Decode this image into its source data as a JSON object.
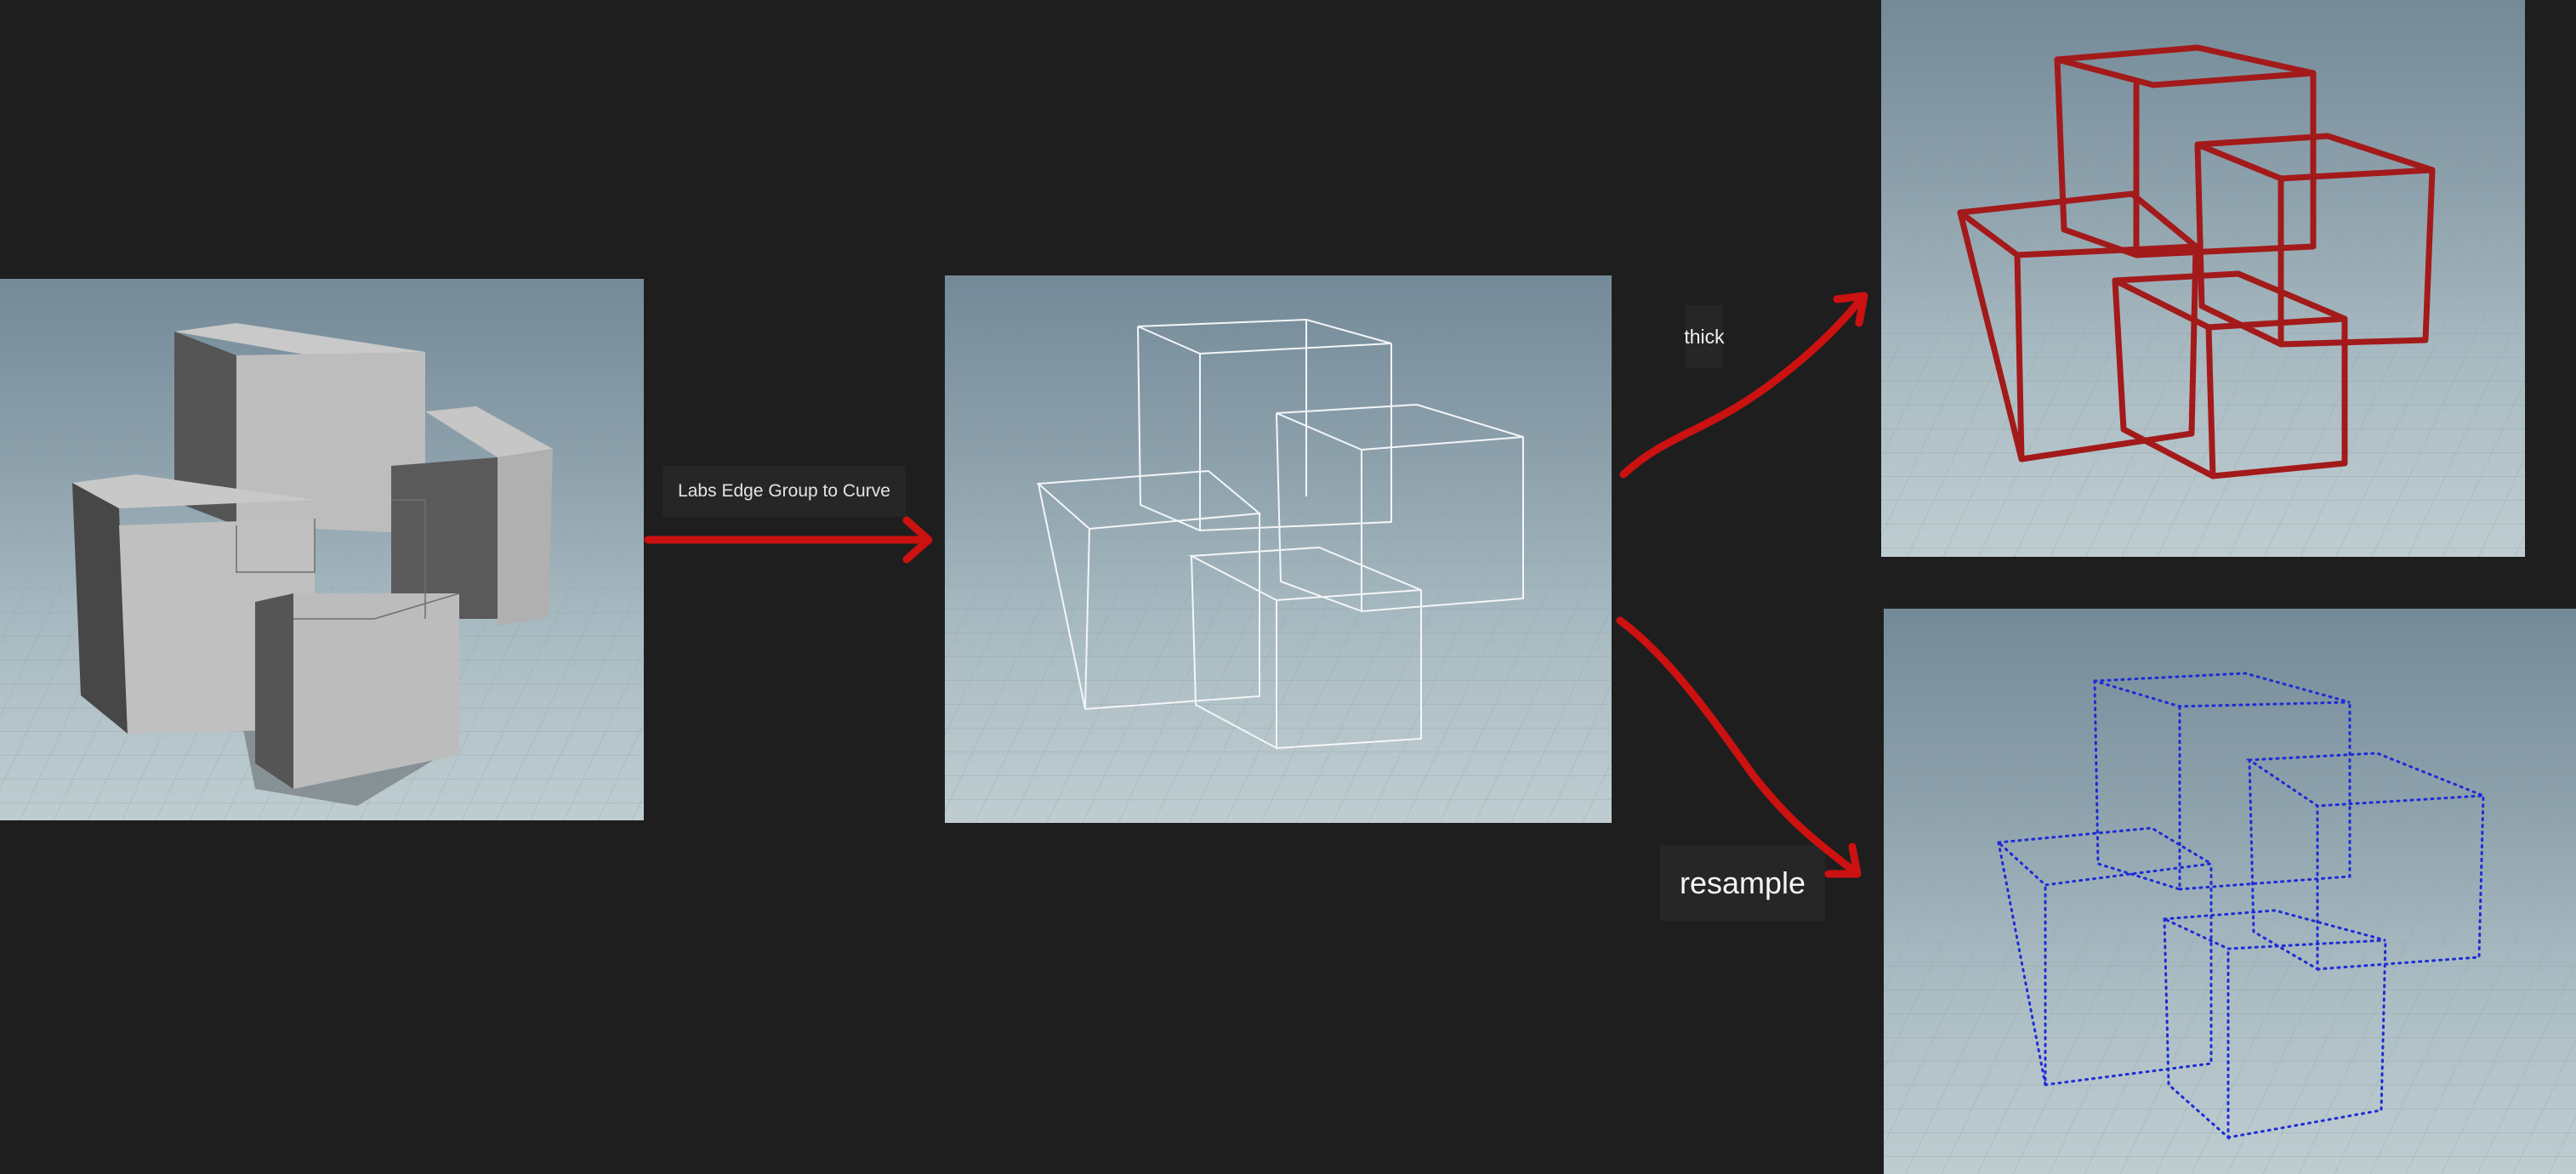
{
  "labels": {
    "edge_group_to_curve": "Labs Edge Group to Curve",
    "thick": "thick",
    "resample": "resample"
  },
  "colors": {
    "background": "#1e1e1e",
    "arrow": "#cc1111",
    "thick_tube": "#a31a1a",
    "resample_points": "#1e2bd6",
    "wire": "#f4f6f8"
  }
}
